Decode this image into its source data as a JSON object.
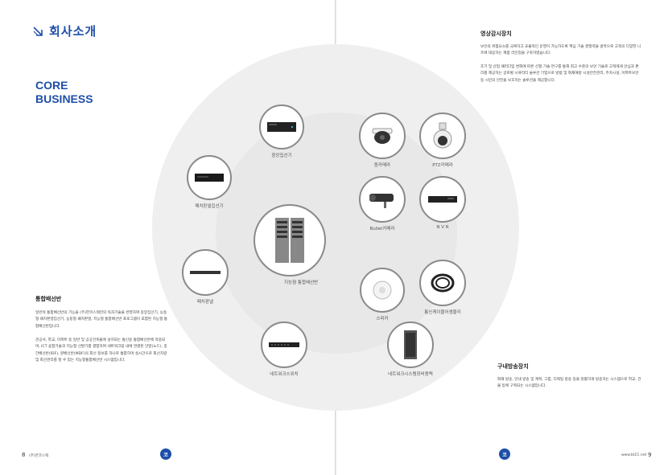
{
  "left_page": {
    "section_title": "회사소개",
    "core_line1": "CORE",
    "core_line2": "BUSINESS",
    "integrated_heading": "통합배선반",
    "integrated_para1": "일반적 통합배선반의 기능을 (주)한코스택만의 독자기술을 반영하여 중앙집선기, 농동형 패치판넬집선기, 농동형 패치판넬, 지능형 통합배선반 프로그램이 포함된 지능형 통합배선반입니다.",
    "integrated_para2": "관공서, 학교, 아파트 등 일반 및 공공건축물에 설치되는 통신용 통합배선반에 적용되며, ICT 융합기술과 지능형 선발기를 결합하여 네트워크망 내에 연결된 단말(노드), 중간배선반(IDF), 분배선반(MDF)의 회선 정보를 하나로 통합하며 실시간으로 회선치량 및 회선관리를 할 수 있는 지능형통합배선반 시스템입니다.",
    "page_number": "8",
    "company": "(주)한코스택"
  },
  "diagram": {
    "items": [
      {
        "label": "중앙집선기",
        "icon": "central-concentrator"
      },
      {
        "label": "패치판넬집선기",
        "icon": "patch-panel-concentrator"
      },
      {
        "label": "지능형 통합배선반",
        "icon": "smart-rack"
      },
      {
        "label": "패치판넬",
        "icon": "patch-panel"
      },
      {
        "label": "네트워크스위치",
        "icon": "network-switch"
      },
      {
        "label": "돔카메라",
        "icon": "dome-camera"
      },
      {
        "label": "PTZ카메라",
        "icon": "ptz-camera"
      },
      {
        "label": "Bullet카메라",
        "icon": "bullet-camera"
      },
      {
        "label": "N V R",
        "icon": "nvr"
      },
      {
        "label": "스피커",
        "icon": "speaker"
      },
      {
        "label": "통신케이블어셈블리",
        "icon": "cable-assembly"
      },
      {
        "label": "네트워크시스템장비용랙",
        "icon": "network-rack"
      }
    ]
  },
  "right_page": {
    "cctv_heading": "영상감시장치",
    "cctv_para1": "보안의 위험요소를 극복하고 효율적인 운영이 가능하도록 핵심 기술 경쟁력을 골목으로 고객의 다양한 니즈에 대응하는 제품 라인업을 구축하였습니다.",
    "cctv_para2": "조기 및 산업 패러다임 변화에 따른 신형 기술 연구를 통해 최고 수준의 보안 기술로 고객에게 안심과 편리를 제공하는 글로벌 시큐리티 솔루션 기업으로 방범 및 화재예방 시설안전관리, 주차시설, 아파트보안 등 시민의 안전을 보호하는 솔루션을 제공합니다.",
    "pa_heading": "구내방송장치",
    "pa_para": "화재 방송, 안내 방송 및 계획, 그룹, 디렉팅 방송 등을 원활하게 방송하는 시스템으로 학교, 건물 등에 구축되는 시스템입니다.",
    "page_number": "9",
    "website": "www.bt21.net"
  },
  "logo_text": "코"
}
